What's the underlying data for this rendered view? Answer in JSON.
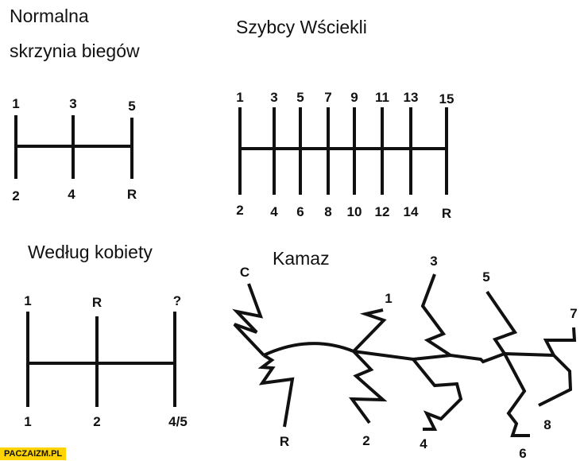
{
  "panels": {
    "normal": {
      "title_line1": "Normalna",
      "title_line2": "skrzynia biegów",
      "top": [
        "1",
        "3",
        "5"
      ],
      "bottom": [
        "2",
        "4",
        "R"
      ]
    },
    "fast": {
      "title": "Szybcy Wściekli",
      "top": [
        "1",
        "3",
        "5",
        "7",
        "9",
        "11",
        "13",
        "15"
      ],
      "bottom": [
        "2",
        "4",
        "6",
        "8",
        "10",
        "12",
        "14",
        "R"
      ]
    },
    "woman": {
      "title": "Według kobiety",
      "top": [
        "1",
        "R",
        "?"
      ],
      "bottom": [
        "1",
        "2",
        "4/5"
      ]
    },
    "kamaz": {
      "title": "Kamaz",
      "labels": [
        "C",
        "R",
        "1",
        "2",
        "3",
        "4",
        "5",
        "6",
        "7",
        "8"
      ]
    }
  },
  "watermark": "PACZAIZM.PL"
}
